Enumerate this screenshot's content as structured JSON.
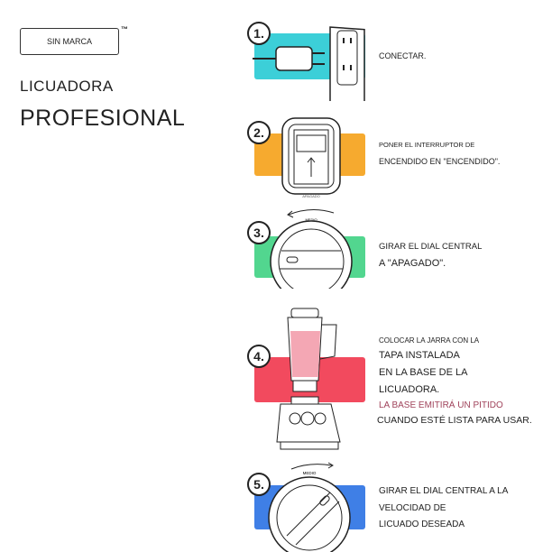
{
  "brand": {
    "badge": "SIN MARCA",
    "tm": "™",
    "title_line1": "LICUADORA",
    "title_line2": "PROFESIONAL"
  },
  "colors": {
    "step1": "#3ccfd8",
    "step2": "#f6aa2f",
    "step3": "#52d68f",
    "step4": "#f24a5e",
    "step5": "#3f7fe6"
  },
  "steps": [
    {
      "number": "1.",
      "lines": [
        "CONECTAR."
      ]
    },
    {
      "number": "2.",
      "lines": [
        "PONER EL INTERRUPTOR DE",
        "ENCENDIDO EN \"ENCENDIDO\"."
      ],
      "switch_label": "APAGADO"
    },
    {
      "number": "3.",
      "lines": [
        "GIRAR EL DIAL CENTRAL",
        "A \"APAGADO\"."
      ],
      "dial_label": "MEDIO"
    },
    {
      "number": "4.",
      "lines": [
        "COLOCAR LA JARRA CON LA",
        "TAPA INSTALADA",
        "EN LA BASE DE LA",
        "LICUADORA.",
        "LA BASE EMITIRÁ UN PITIDO",
        "CUANDO ESTÉ LISTA PARA USAR."
      ]
    },
    {
      "number": "5.",
      "lines": [
        "GIRAR EL DIAL CENTRAL A LA",
        "VELOCIDAD DE",
        "LICUADO DESEADA"
      ],
      "dial_label": "MEDIO"
    }
  ]
}
